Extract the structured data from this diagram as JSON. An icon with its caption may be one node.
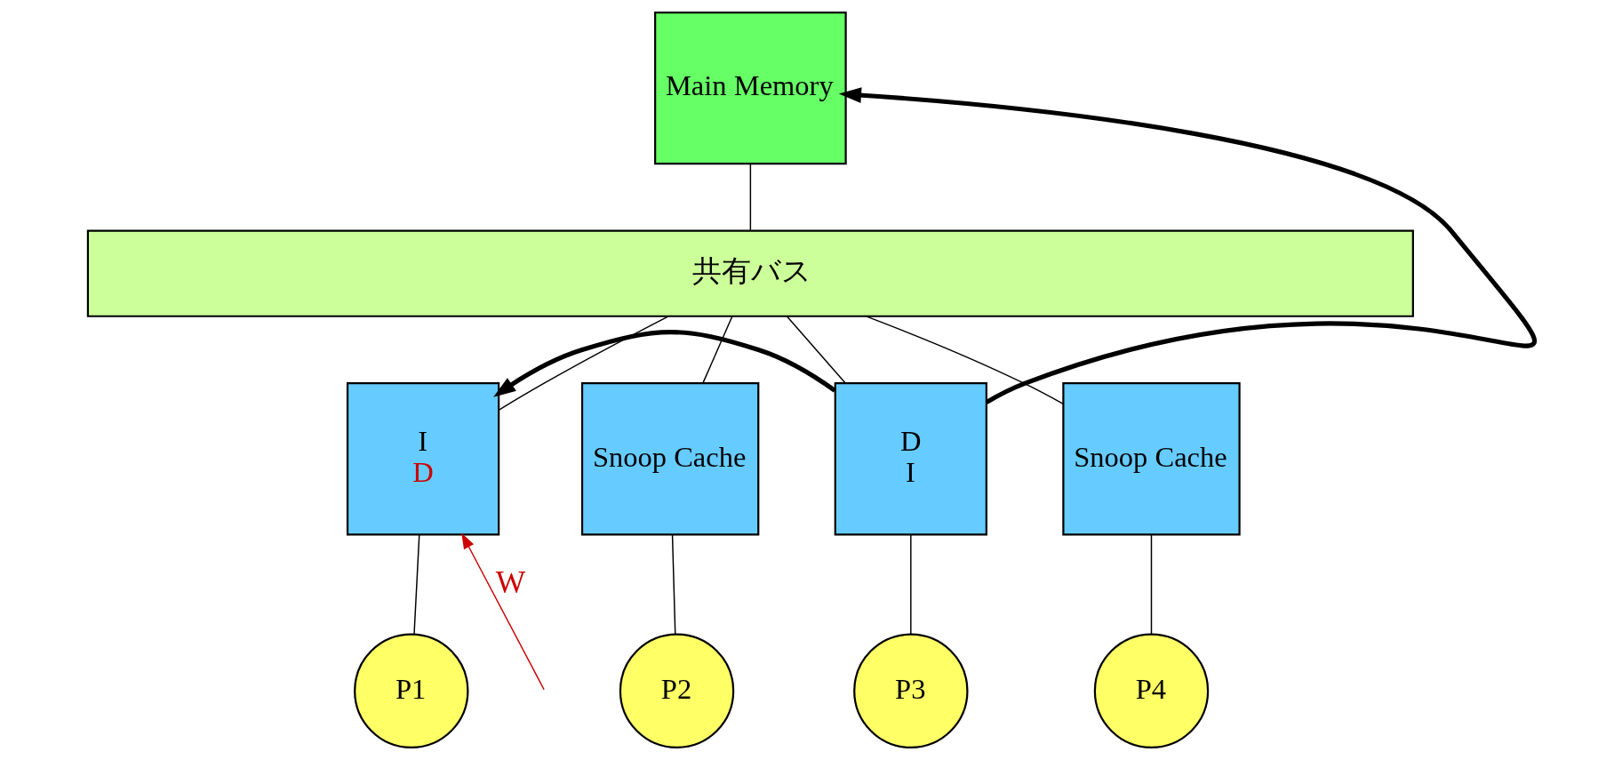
{
  "diagram": {
    "nodes": [
      {
        "text": [
          "Main Memory"
        ]
      },
      {
        "text": [
          "共有バス"
        ]
      },
      {
        "text": [
          "I",
          "D"
        ]
      },
      {
        "text": [
          "Snoop Cache"
        ]
      },
      {
        "text": [
          "D",
          "I"
        ]
      },
      {
        "text": [
          "Snoop Cache"
        ]
      },
      {
        "text": [
          "P1"
        ]
      },
      {
        "text": [
          "P2"
        ]
      },
      {
        "text": [
          "P3"
        ]
      },
      {
        "text": [
          "P4"
        ]
      }
    ],
    "edges": [
      {
        "from": 0,
        "to": 1,
        "arrow": "none"
      },
      {
        "from": 1,
        "to": 2,
        "arrow": "none"
      },
      {
        "from": 1,
        "to": 3,
        "arrow": "none"
      },
      {
        "from": 1,
        "to": 4,
        "arrow": "none"
      },
      {
        "from": 1,
        "to": 5,
        "arrow": "none"
      },
      {
        "from": 2,
        "to": 6,
        "arrow": "none"
      },
      {
        "from": 3,
        "to": 7,
        "arrow": "none"
      },
      {
        "from": 4,
        "to": 8,
        "arrow": "none"
      },
      {
        "from": 5,
        "to": 9,
        "arrow": "none"
      },
      {
        "from": 4,
        "to": 0,
        "arrow": "to",
        "style": "thick"
      },
      {
        "from": 4,
        "to": 2,
        "arrow": "to",
        "style": "thick"
      },
      {
        "from": null,
        "to": 2,
        "arrow": "to",
        "label": "W",
        "color": "#cc0000"
      }
    ]
  }
}
